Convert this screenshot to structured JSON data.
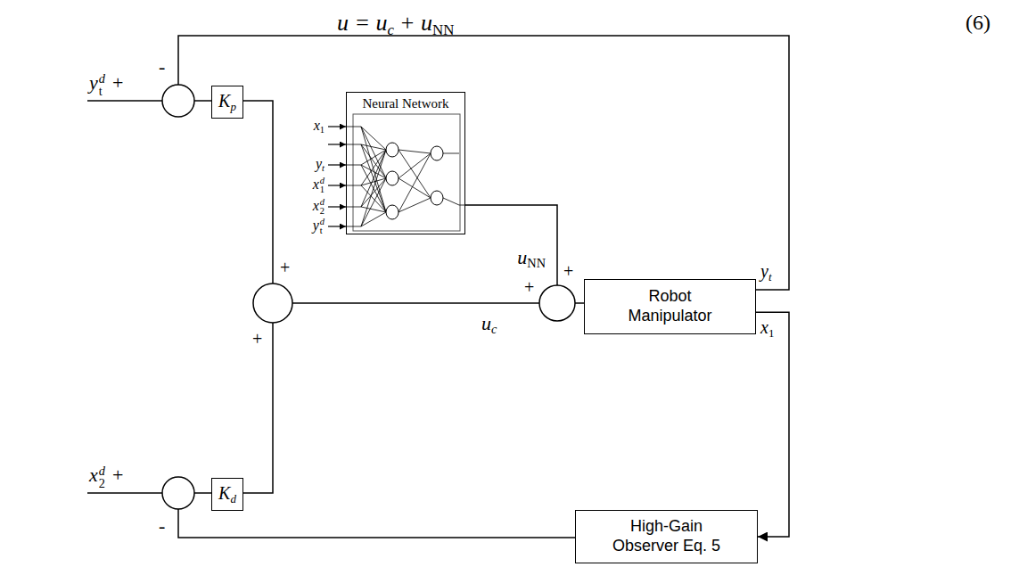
{
  "diagram": {
    "nodes": [
      {
        "text": [
          "Neural Network"
        ]
      },
      {
        "text": [
          "K",
          "p"
        ]
      },
      {
        "text": [
          "K",
          "d"
        ]
      },
      {
        "text": [
          "Robot Manipulator"
        ]
      },
      {
        "text": [
          "High-Gain Observer Eq. 5"
        ]
      }
    ],
    "edges": [
      {
        "from": 3,
        "to": 4,
        "arrow": "to"
      }
    ],
    "labels": [
      "u = u",
      "c",
      "+ u",
      "NN",
      "(6)",
      "x",
      "1",
      "y",
      "t",
      "x",
      "1",
      "d",
      "x",
      "2",
      "d",
      "y",
      "t",
      "d",
      "y",
      "t",
      "d",
      "+",
      "-",
      "x",
      "2",
      "d",
      "+",
      "-",
      "+",
      "+",
      "u",
      "c",
      "+",
      "u",
      "NN",
      "+",
      "y",
      "t",
      "x",
      "1"
    ]
  }
}
